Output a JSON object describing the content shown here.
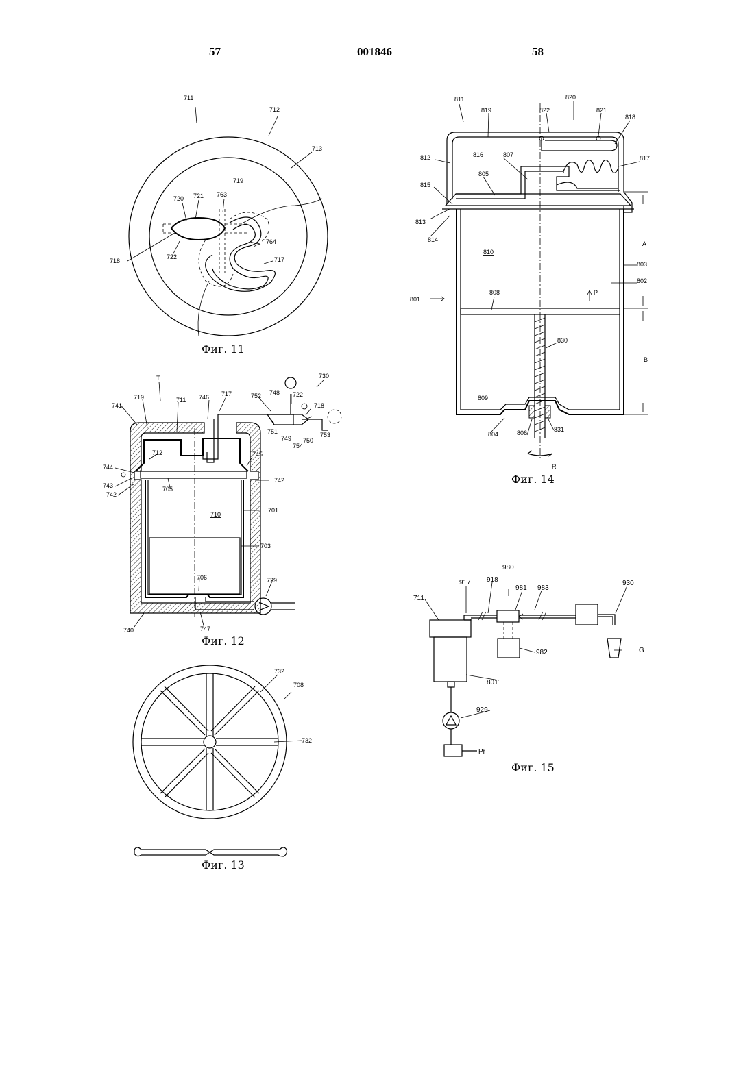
{
  "header": {
    "left_page": "57",
    "doc_number": "001846",
    "right_page": "58"
  },
  "captions": {
    "fig11": "Фиг. 11",
    "fig12": "Фиг. 12",
    "fig13": "Фиг. 13",
    "fig14": "Фиг. 14",
    "fig15": "Фиг. 15"
  },
  "fig11_labels": {
    "l711": "711",
    "l712": "712",
    "l713": "713",
    "l719": "719",
    "l720": "720",
    "l721": "721",
    "l763": "763",
    "l718": "718",
    "l722": "722",
    "l764": "764",
    "l717": "717"
  },
  "fig12_labels": {
    "lT": "T",
    "l730": "730",
    "l741": "741",
    "l719": "719",
    "l711": "711",
    "l746": "746",
    "l717": "717",
    "l752": "752",
    "l748": "748",
    "l722": "722",
    "l718": "718",
    "l712": "712",
    "l751": "751",
    "l749": "749",
    "l750": "750",
    "l754": "754",
    "l753": "753",
    "l745": "745",
    "l744": "744",
    "l743": "743",
    "l742a": "742",
    "l742b": "742",
    "l705": "705",
    "l710": "710",
    "l701": "701",
    "l703": "703",
    "l706": "706",
    "l729": "729",
    "l740": "740",
    "l747": "747"
  },
  "fig13_labels": {
    "l732a": "732",
    "l708": "708",
    "l732b": "732"
  },
  "fig14_labels": {
    "l811": "811",
    "l819": "819",
    "l822": "822",
    "l820": "820",
    "l821": "821",
    "l818": "818",
    "l812": "812",
    "l816": "816",
    "l807": "807",
    "l817": "817",
    "l815": "815",
    "l805": "805",
    "l813": "813",
    "l814": "814",
    "lA": "A",
    "l810": "810",
    "l803": "803",
    "l802": "802",
    "l801": "801",
    "l808": "808",
    "lP": "P",
    "l830": "830",
    "lB": "B",
    "l809": "809",
    "l804": "804",
    "l806": "806",
    "l831": "831",
    "lR": "R"
  },
  "fig15_labels": {
    "l980": "980",
    "l917": "917",
    "l918": "918",
    "l981": "981",
    "l983": "983",
    "l930": "930",
    "l711": "711",
    "l982": "982",
    "lG": "G",
    "l801": "801",
    "l929": "929",
    "lPr": "Pr"
  }
}
